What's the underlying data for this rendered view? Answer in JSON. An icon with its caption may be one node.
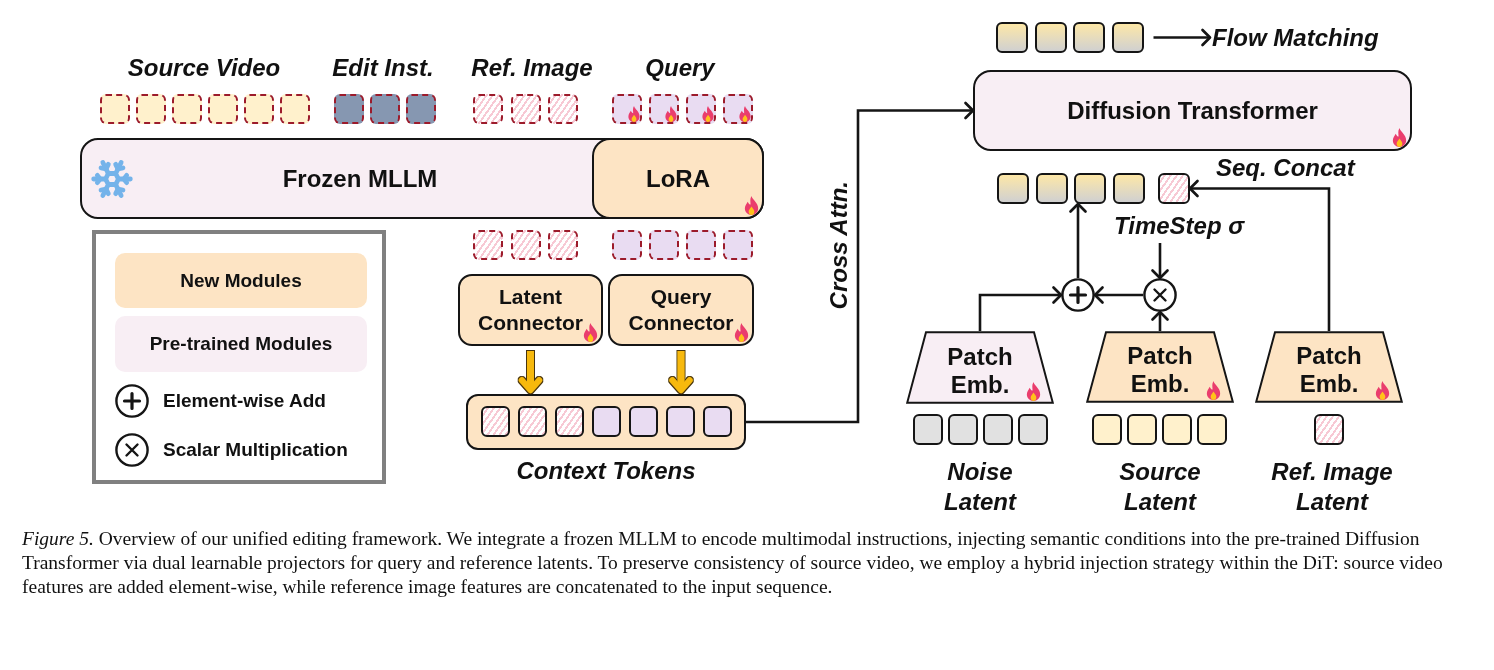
{
  "diagram": {
    "caption": "*Figure 5.* Overview of our unified editing framework. We integrate a frozen MLLM to encode multimodal instructions, injecting semantic conditions into the pre-trained Diffusion Transformer via dual learnable projectors for query and reference latents. To preserve consistency of source video, we employ a hybrid injection strategy within the DiT: source video features are added element-wise, while reference image features are concatenated to the input sequence.",
    "nodes": [
      {
        "text": [
          "Frozen MLLM"
        ]
      },
      {
        "text": [
          "LoRA"
        ],
        "in": 0
      },
      {
        "text": [
          "Latent Connector"
        ]
      },
      {
        "text": [
          "Query Connector"
        ]
      },
      {
        "text": [
          "Context Tokens"
        ]
      },
      {
        "text": [
          "Diffusion Transformer"
        ]
      },
      {
        "text": [],
        "shape": "box"
      },
      {
        "text": [],
        "shape": "box"
      },
      {
        "text": [],
        "shape": "box"
      },
      {
        "text": [],
        "shape": "box"
      },
      {
        "text": [
          "Flow Matching"
        ]
      },
      {
        "text": [],
        "shape": "box"
      },
      {
        "text": [],
        "shape": "box"
      },
      {
        "text": [],
        "shape": "box"
      },
      {
        "text": [],
        "shape": "box"
      },
      {
        "text": [],
        "shape": "box"
      },
      {
        "text": [
          "TimeStep σ"
        ]
      },
      {
        "text": [],
        "shape": "circle"
      },
      {
        "text": [],
        "shape": "circle"
      },
      {
        "text": [
          "Patch Emb."
        ]
      },
      {
        "text": [
          "Patch Emb."
        ]
      },
      {
        "text": [
          "Patch Emb."
        ]
      },
      {
        "text": [],
        "shape": "box"
      }
    ],
    "edges": [
      {
        "from": 4,
        "to": 5,
        "arrow": "to",
        "label": "Cross Attn."
      },
      {
        "from": 2,
        "to": 4,
        "arrow": "to",
        "style": "thick",
        "color": "#f7b90f"
      },
      {
        "from": 3,
        "to": 4,
        "arrow": "to",
        "style": "thick",
        "color": "#f7b90f"
      },
      {
        "from": 9,
        "to": 10,
        "arrow": "to"
      },
      {
        "from": 19,
        "to": 17,
        "arrow": "to"
      },
      {
        "from": 18,
        "to": 17,
        "arrow": "to"
      },
      {
        "from": 20,
        "to": 18,
        "arrow": "to"
      },
      {
        "from": 16,
        "to": 18,
        "arrow": "to"
      },
      {
        "from": 17,
        "to": 13,
        "arrow": "to"
      },
      {
        "from": 21,
        "to": 15,
        "arrow": "to",
        "label": "Seq. Concat"
      }
    ],
    "labels": [
      "Source Video",
      "Edit Inst.",
      "Ref. Image",
      "Query",
      "Noise Latent",
      "Source Latent",
      "Ref. Image Latent"
    ],
    "legend": [
      {
        "text": "New Modules",
        "color": "#fde4c4"
      },
      {
        "text": "Pre-trained Modules",
        "color": "#f8eef4"
      },
      {
        "text": "Element-wise Add"
      },
      {
        "text": "Scalar Multiplication"
      }
    ]
  }
}
